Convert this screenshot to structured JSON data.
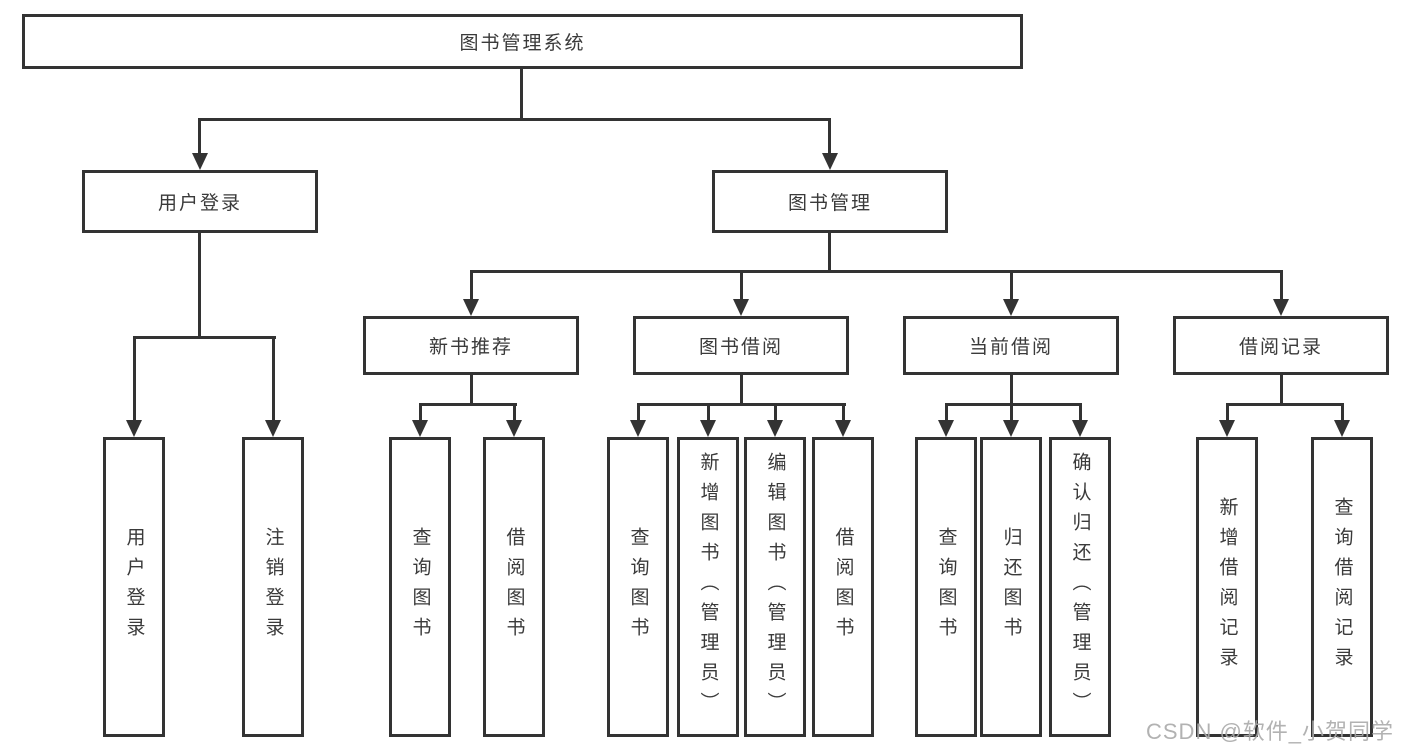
{
  "root": {
    "label": "图书管理系统"
  },
  "user_login": {
    "label": "用户登录",
    "leaves": [
      "用户登录",
      "注销登录"
    ]
  },
  "book_management": {
    "label": "图书管理",
    "children": [
      {
        "label": "新书推荐",
        "leaves": [
          "查询图书",
          "借阅图书"
        ]
      },
      {
        "label": "图书借阅",
        "leaves": [
          "查询图书",
          "新增图书（管理员）",
          "编辑图书（管理员）",
          "借阅图书"
        ]
      },
      {
        "label": "当前借阅",
        "leaves": [
          "查询图书",
          "归还图书",
          "确认归还（管理员）"
        ]
      },
      {
        "label": "借阅记录",
        "leaves": [
          "新增借阅记录",
          "查询借阅记录"
        ]
      }
    ]
  },
  "watermark": "CSDN @软件_小贺同学",
  "colors": {
    "line": "#333333",
    "text": "#3a3a3a",
    "watermark": "#aaaaaa"
  }
}
